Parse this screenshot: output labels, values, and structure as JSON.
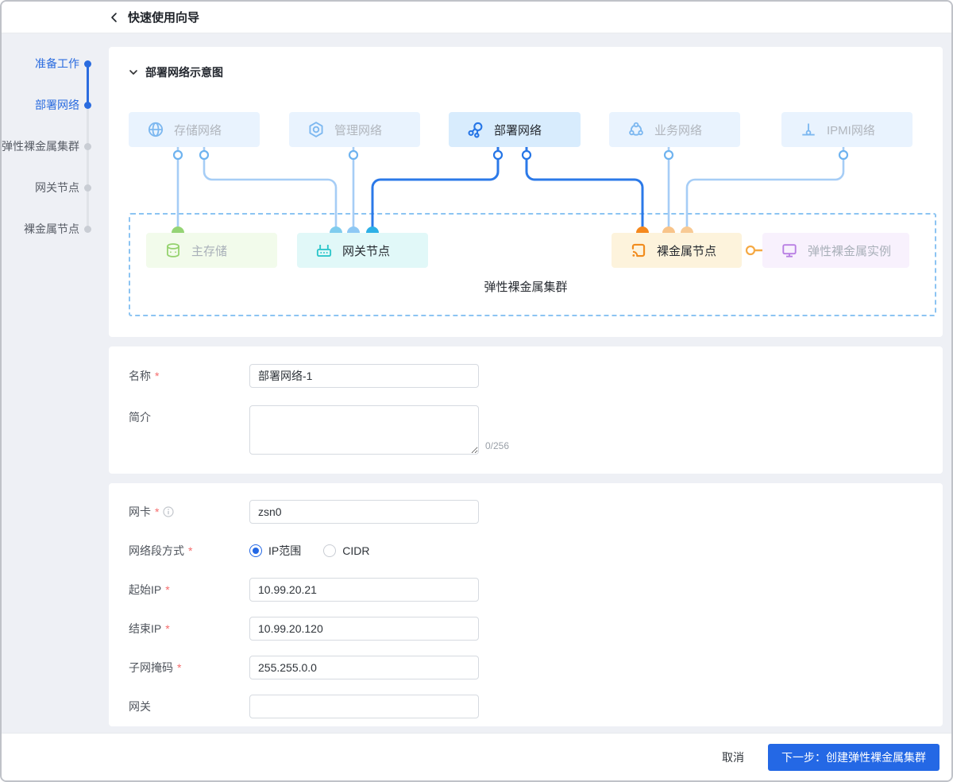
{
  "colors": {
    "accent_blue": "#2468e5",
    "sidebar_active": "#2b6cdf",
    "line_light_blue": "#a6cdf6",
    "line_dark_blue": "#2b79e8",
    "green": "#94d26d",
    "cyan": "#2ec6ca",
    "orange": "#f18c1e",
    "purple": "#b87fe3",
    "link_orange": "#f5a944",
    "dashed_border": "#8cc4f2"
  },
  "header": {
    "title": "快速使用向导"
  },
  "steps": [
    {
      "label": "准备工作",
      "state": "done"
    },
    {
      "label": "部署网络",
      "state": "active"
    },
    {
      "label": "弹性裸金属集群",
      "state": "pending"
    },
    {
      "label": "网关节点",
      "state": "pending"
    },
    {
      "label": "裸金属节点",
      "state": "pending"
    }
  ],
  "diagram": {
    "section_title": "部署网络示意图",
    "cluster_label": "弹性裸金属集群",
    "top_nodes": [
      {
        "label": "存储网络",
        "icon": "globe-icon",
        "active": false
      },
      {
        "label": "管理网络",
        "icon": "hex-gear-icon",
        "active": false
      },
      {
        "label": "部署网络",
        "icon": "share-nodes-icon",
        "active": true
      },
      {
        "label": "业务网络",
        "icon": "cluster-icon",
        "active": false
      },
      {
        "label": "IPMI网络",
        "icon": "ipmi-icon",
        "active": false
      }
    ],
    "bottom_nodes": [
      {
        "label": "主存储",
        "icon": "database-icon"
      },
      {
        "label": "网关节点",
        "icon": "router-icon"
      },
      {
        "label": "裸金属节点",
        "icon": "cast-icon"
      },
      {
        "label": "弹性裸金属实例",
        "icon": "monitor-icon"
      }
    ]
  },
  "form": {
    "name": {
      "label": "名称",
      "required": true,
      "value": "部署网络-1"
    },
    "description": {
      "label": "简介",
      "required": false,
      "value": "",
      "counter": "0/256"
    },
    "nic": {
      "label": "网卡",
      "required": true,
      "value": "zsn0"
    },
    "segment_mode": {
      "label": "网络段方式",
      "required": true,
      "options": [
        {
          "label": "IP范围",
          "selected": true
        },
        {
          "label": "CIDR",
          "selected": false
        }
      ]
    },
    "start_ip": {
      "label": "起始IP",
      "required": true,
      "value": "10.99.20.21"
    },
    "end_ip": {
      "label": "结束IP",
      "required": true,
      "value": "10.99.20.120"
    },
    "subnet_mask": {
      "label": "子网掩码",
      "required": true,
      "value": "255.255.0.0"
    },
    "gateway": {
      "label": "网关",
      "required": false,
      "value": ""
    }
  },
  "footer": {
    "cancel_label": "取消",
    "next_label": "下一步：创建弹性裸金属集群"
  }
}
